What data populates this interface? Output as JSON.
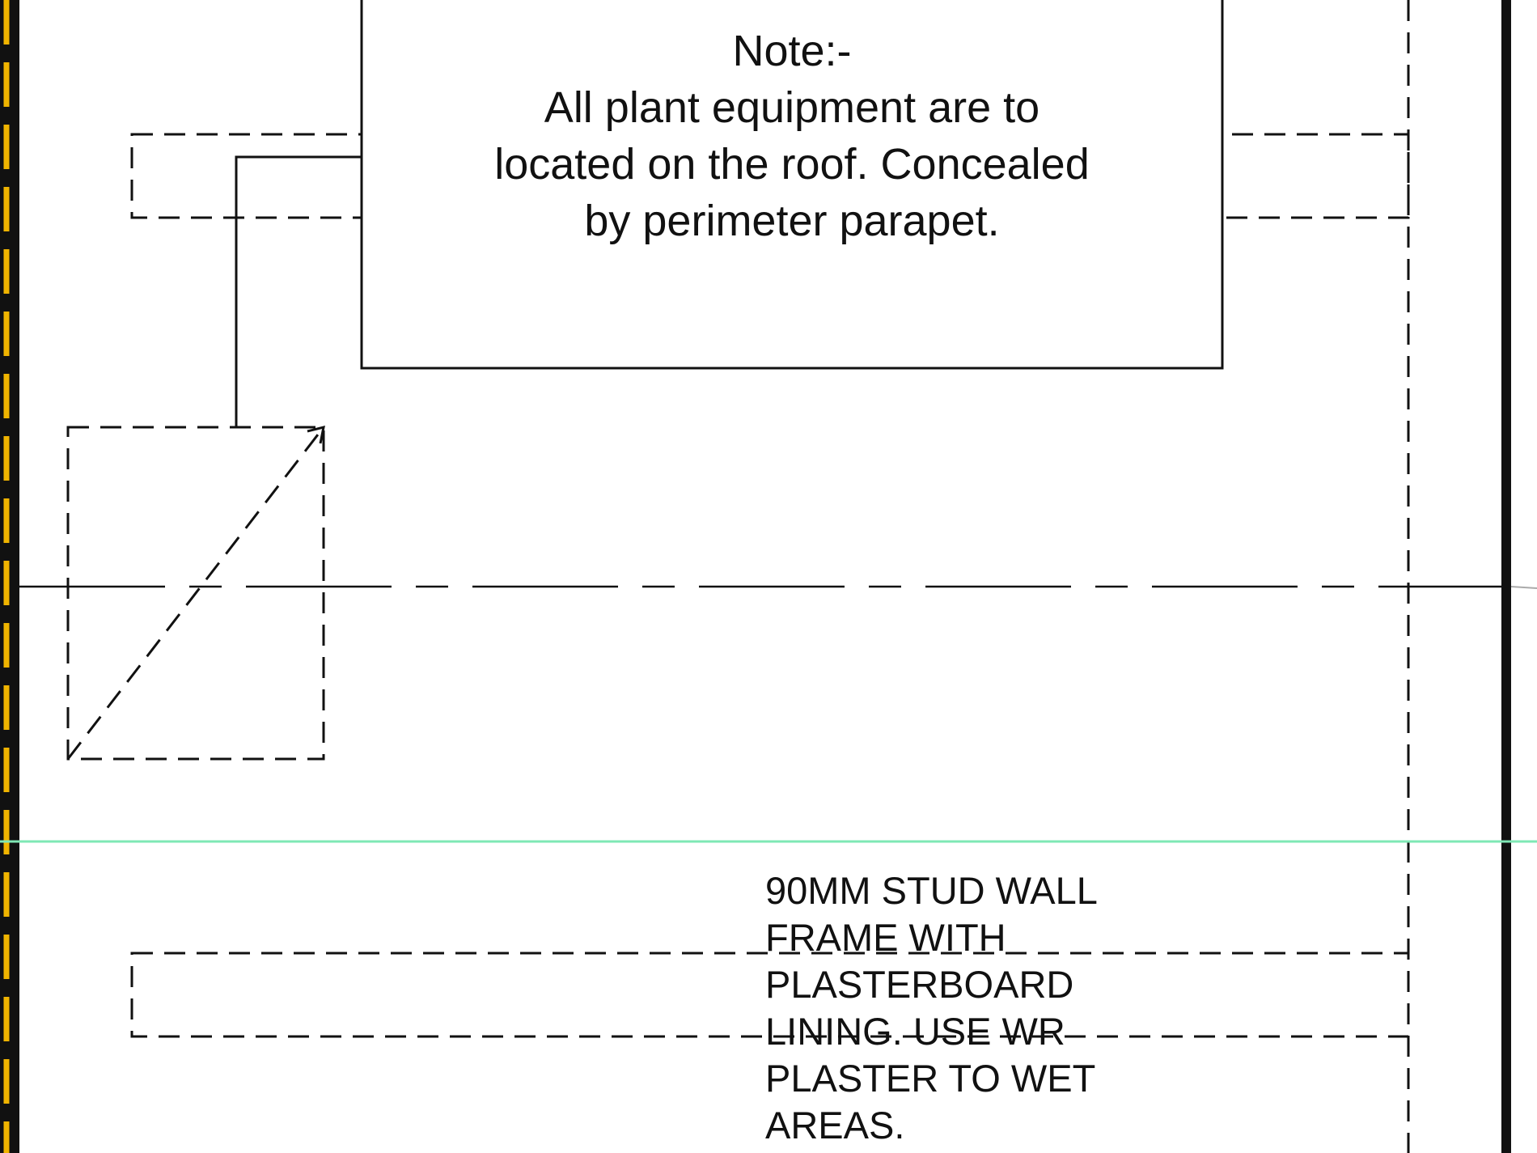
{
  "note": {
    "heading": "Note:-",
    "lines": [
      "All plant equipment are to",
      "located on the roof. Concealed",
      "by perimeter parapet."
    ]
  },
  "wall_spec": {
    "lines": [
      "90MM STUD WALL",
      "FRAME WITH",
      "PLASTERBOARD",
      "LINING. USE WR",
      "PLASTER TO WET",
      "AREAS."
    ]
  },
  "colors": {
    "line": "#111111",
    "border_stripe": "#f0b400",
    "guide_line": "#7fe8b5"
  }
}
